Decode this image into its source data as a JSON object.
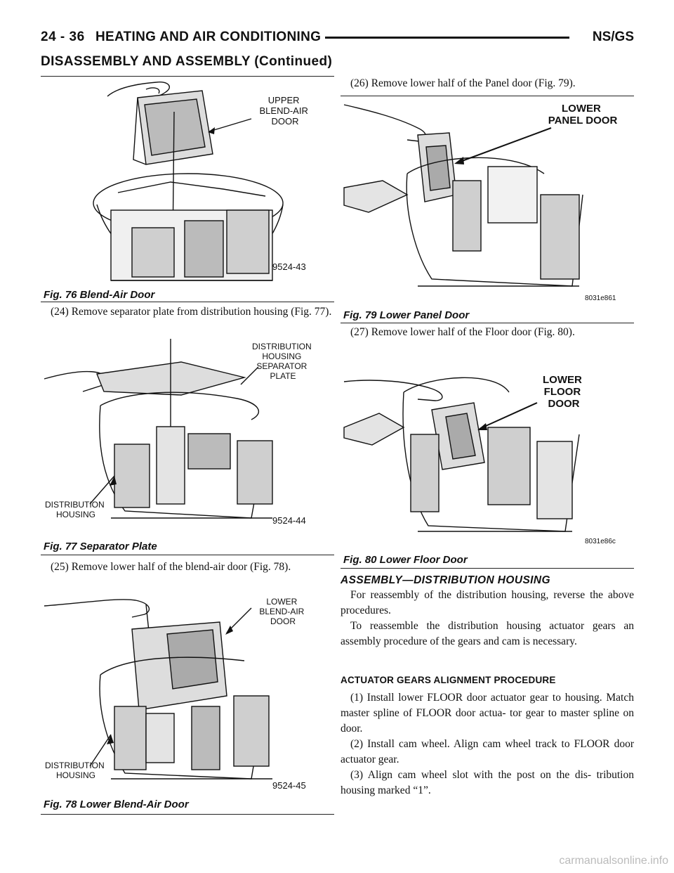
{
  "header": {
    "page_number": "24 - 36",
    "section_title": "HEATING AND AIR CONDITIONING",
    "model": "NS/GS",
    "subheading": "DISASSEMBLY AND ASSEMBLY (Continued)"
  },
  "left_column": {
    "fig76": {
      "caption": "Fig. 76 Blend-Air Door",
      "label_lines": [
        "UPPER",
        "BLEND-AIR",
        "DOOR"
      ],
      "code": "9524-43"
    },
    "step24": "(24) Remove separator plate from distribution housing (Fig. 77).",
    "fig77": {
      "caption": "Fig. 77 Separator Plate",
      "label_lines": [
        "DISTRIBUTION",
        "HOUSING",
        "SEPARATOR",
        "PLATE"
      ],
      "label2_lines": [
        "DISTRIBUTION",
        "HOUSING"
      ],
      "code": "9524-44"
    },
    "step25": "(25) Remove lower half of the blend-air door (Fig. 78).",
    "fig78": {
      "caption": "Fig. 78 Lower Blend-Air Door",
      "label_lines": [
        "LOWER",
        "BLEND-AIR",
        "DOOR"
      ],
      "label2_lines": [
        "DISTRIBUTION",
        "HOUSING"
      ],
      "code": "9524-45"
    }
  },
  "right_column": {
    "step26": "(26) Remove lower half of the Panel door (Fig. 79).",
    "fig79": {
      "caption": "Fig. 79 Lower Panel Door",
      "label_lines": [
        "LOWER",
        "PANEL DOOR"
      ],
      "code": "8031e861"
    },
    "step27": "(27) Remove lower half of the Floor door (Fig. 80).",
    "fig80": {
      "caption": "Fig. 80 Lower Floor Door",
      "label_lines": [
        "LOWER",
        "FLOOR",
        "DOOR"
      ],
      "code": "8031e86c"
    },
    "assembly_heading": "ASSEMBLY—DISTRIBUTION HOUSING",
    "assembly_p1": "For reassembly of the distribution housing, reverse the above procedures.",
    "assembly_p2": "To reassemble the distribution housing actuator gears an assembly procedure of the gears and cam is necessary.",
    "procedure_heading": "ACTUATOR GEARS ALIGNMENT PROCEDURE",
    "proc_step1": "(1) Install lower FLOOR door actuator gear to housing. Match master spline of FLOOR door actua- tor gear to master spline on door.",
    "proc_step2": "(2) Install cam wheel. Align cam wheel track to FLOOR door actuator gear.",
    "proc_step3": "(3) Align cam wheel slot with the post on the dis- tribution housing marked “1”."
  },
  "watermark": "carmanualsonline.info"
}
